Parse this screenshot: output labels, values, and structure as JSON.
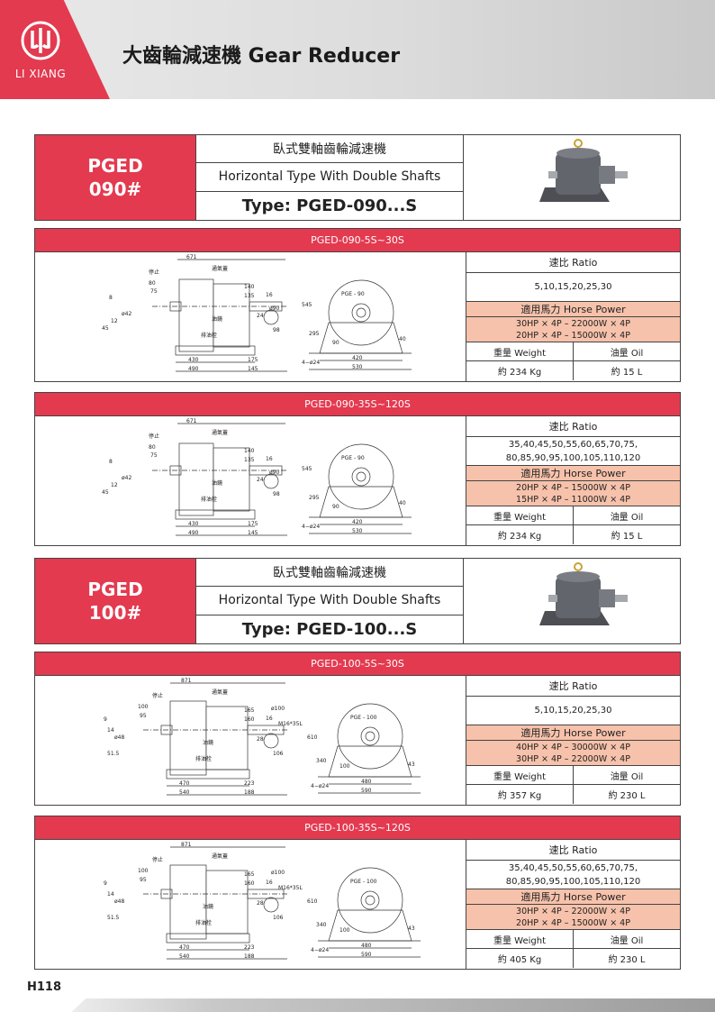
{
  "header": {
    "logo_text": "LI XIANG",
    "title": "大齒輪減速機 Gear Reducer"
  },
  "colors": {
    "accent": "#e33a50",
    "highlight": "#f7c2ab"
  },
  "models": [
    {
      "name_line1": "PGED",
      "name_line2": "090#",
      "title_cn": "臥式雙軸齒輪減速機",
      "title_en": "Horizontal Type With Double Shafts",
      "type": "Type: PGED-090...S",
      "specs": [
        {
          "bar": "PGED-090-5S~30S",
          "ratio_label": "速比 Ratio",
          "ratio_line1": "5,10,15,20,25,30",
          "ratio_line2": "",
          "hp_label": "適用馬力 Horse Power",
          "hp_line1": "30HP × 4P – 22000W × 4P",
          "hp_line2": "20HP × 4P – 15000W × 4P",
          "weight_label": "重量 Weight",
          "oil_label": "油量 Oil",
          "weight": "約 234 Kg",
          "oil": "約 15 L",
          "dims": {
            "top": "671",
            "t80": "80",
            "t75": "75",
            "t140": "140",
            "t135": "135",
            "phi90": "ø90",
            "d16": "16",
            "d24": "24",
            "d98": "98",
            "d8": "8",
            "d42": "ø42",
            "d12": "12",
            "d45": "45",
            "h545": "545",
            "h295": "295",
            "h40": "40",
            "b430": "430",
            "b490": "490",
            "b175": "175",
            "b145": "145",
            "b420": "420",
            "b530": "530",
            "holes": "4−ø24",
            "r90": "90",
            "label_vent": "通氣蓋",
            "label_stop": "停止",
            "label_oil": "油鏡",
            "label_drain": "排油栓",
            "front_text": "PGE - 90"
          }
        },
        {
          "bar": "PGED-090-35S~120S",
          "ratio_label": "速比 Ratio",
          "ratio_line1": "35,40,45,50,55,60,65,70,75,",
          "ratio_line2": "80,85,90,95,100,105,110,120",
          "hp_label": "適用馬力 Horse Power",
          "hp_line1": "20HP × 4P – 15000W × 4P",
          "hp_line2": "15HP × 4P – 11000W × 4P",
          "weight_label": "重量 Weight",
          "oil_label": "油量 Oil",
          "weight": "約 234 Kg",
          "oil": "約 15 L",
          "dims": {
            "top": "671",
            "t80": "80",
            "t75": "75",
            "t140": "140",
            "t135": "135",
            "phi90": "ø90",
            "d16": "16",
            "d24": "24",
            "d98": "98",
            "d8": "8",
            "d42": "ø42",
            "d12": "12",
            "d45": "45",
            "h545": "545",
            "h295": "295",
            "h40": "40",
            "b430": "430",
            "b490": "490",
            "b175": "175",
            "b145": "145",
            "b420": "420",
            "b530": "530",
            "holes": "4−ø24",
            "r90": "90",
            "label_vent": "通氣蓋",
            "label_stop": "停止",
            "label_oil": "油鏡",
            "label_drain": "排油栓",
            "front_text": "PGE - 90"
          }
        }
      ]
    },
    {
      "name_line1": "PGED",
      "name_line2": "100#",
      "title_cn": "臥式雙軸齒輪減速機",
      "title_en": "Horizontal Type With Double Shafts",
      "type": "Type: PGED-100...S",
      "specs": [
        {
          "bar": "PGED-100-5S~30S",
          "ratio_label": "速比 Ratio",
          "ratio_line1": "5,10,15,20,25,30",
          "ratio_line2": "",
          "hp_label": "適用馬力 Horse Power",
          "hp_line1": "40HP × 4P – 30000W × 4P",
          "hp_line2": "30HP × 4P – 22000W × 4P",
          "weight_label": "重量 Weight",
          "oil_label": "油量 Oil",
          "weight": "約 357 Kg",
          "oil": "約 230 L",
          "dims": {
            "top": "871",
            "t80": "100",
            "t75": "95",
            "t140": "165",
            "t135": "160",
            "phi90": "ø100",
            "d16": "16",
            "d24": "28",
            "d98": "106",
            "d8": "9",
            "d42": "ø48",
            "d12": "14",
            "d45": "51.5",
            "h545": "610",
            "h295": "340",
            "h40": "43",
            "b430": "470",
            "b490": "540",
            "b175": "223",
            "b145": "188",
            "b420": "480",
            "b530": "590",
            "holes": "4−ø24",
            "r90": "100",
            "label_vent": "通氣蓋",
            "label_stop": "停止",
            "label_oil": "油鏡",
            "label_drain": "排油栓",
            "front_text": "PGE - 100",
            "m16": "M16*35L"
          }
        },
        {
          "bar": "PGED-100-35S~120S",
          "ratio_label": "速比 Ratio",
          "ratio_line1": "35,40,45,50,55,60,65,70,75,",
          "ratio_line2": "80,85,90,95,100,105,110,120",
          "hp_label": "適用馬力 Horse Power",
          "hp_line1": "30HP × 4P – 22000W × 4P",
          "hp_line2": "20HP × 4P – 15000W × 4P",
          "weight_label": "重量 Weight",
          "oil_label": "油量 Oil",
          "weight": "約 405 Kg",
          "oil": "約 230 L",
          "dims": {
            "top": "871",
            "t80": "100",
            "t75": "95",
            "t140": "165",
            "t135": "160",
            "phi90": "ø100",
            "d16": "16",
            "d24": "28",
            "d98": "106",
            "d8": "9",
            "d42": "ø48",
            "d12": "14",
            "d45": "51.5",
            "h545": "610",
            "h295": "340",
            "h40": "43",
            "b430": "470",
            "b490": "540",
            "b175": "223",
            "b145": "188",
            "b420": "480",
            "b530": "590",
            "holes": "4−ø24",
            "r90": "100",
            "label_vent": "通氣蓋",
            "label_stop": "停止",
            "label_oil": "油鏡",
            "label_drain": "排油栓",
            "front_text": "PGE - 100",
            "m16": "M16*35L"
          }
        }
      ]
    }
  ],
  "page_number": "H118"
}
